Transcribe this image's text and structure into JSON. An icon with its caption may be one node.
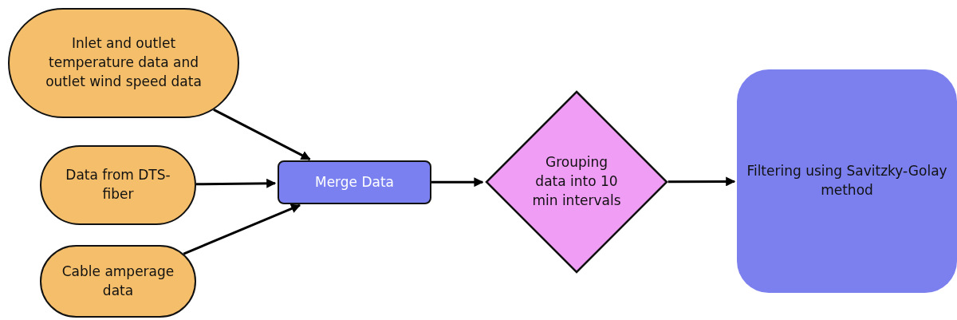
{
  "diagram": {
    "nodes": [
      {
        "text": [
          "Inlet and outlet temperature data and outlet wind speed data"
        ]
      },
      {
        "text": [
          "Data from DTS-fiber"
        ]
      },
      {
        "text": [
          "Cable amperage data"
        ]
      },
      {
        "text": [
          "Merge Data"
        ]
      },
      {
        "text": [
          "Grouping data into 10 min intervals"
        ]
      },
      {
        "text": [
          "Filtering using Savitzky-Golay method"
        ]
      }
    ],
    "edges": [
      {
        "from": 0,
        "to": 3,
        "arrow": "to"
      },
      {
        "from": 1,
        "to": 3,
        "arrow": "to"
      },
      {
        "from": 2,
        "to": 3,
        "arrow": "to"
      },
      {
        "from": 3,
        "to": 4,
        "arrow": "to"
      },
      {
        "from": 4,
        "to": 5,
        "arrow": "to"
      }
    ]
  }
}
